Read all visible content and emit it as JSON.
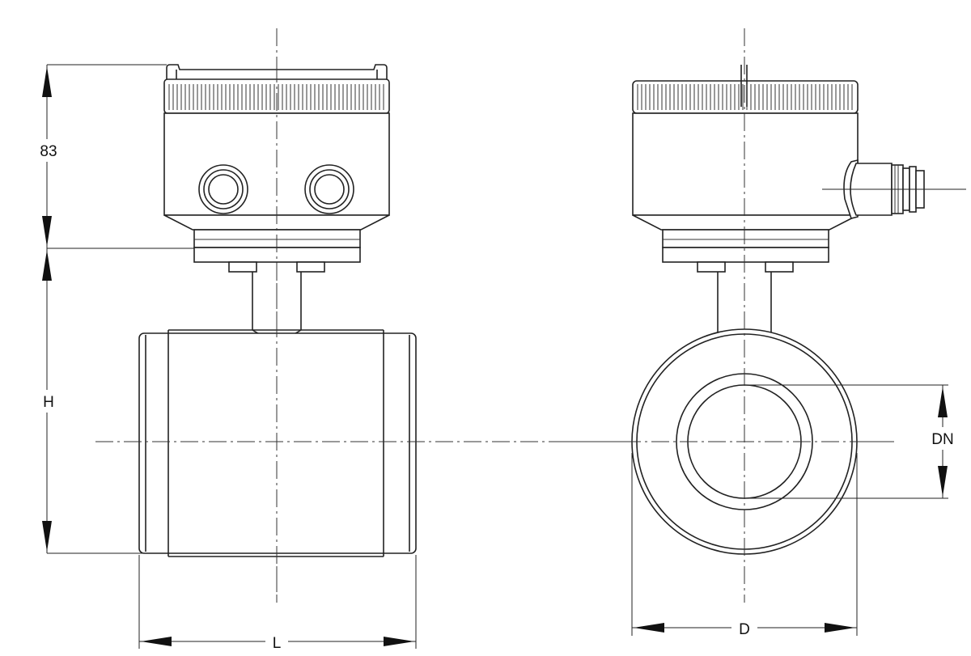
{
  "dimensions": {
    "housing_height": "83",
    "height": "H",
    "length": "L",
    "diameter": "D",
    "nominal_diameter": "DN"
  }
}
